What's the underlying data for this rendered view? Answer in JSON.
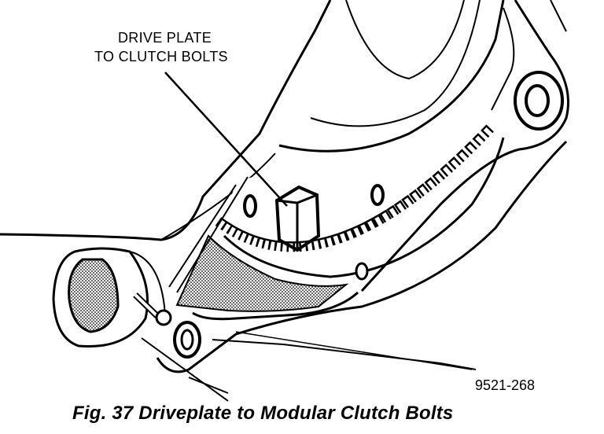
{
  "callout": {
    "line1": "DRIVE PLATE",
    "line2": "TO CLUTCH BOLTS"
  },
  "figure_id": "9521-268",
  "caption": "Fig. 37 Driveplate to Modular Clutch Bolts",
  "colors": {
    "ink": "#000000",
    "paper": "#ffffff"
  }
}
